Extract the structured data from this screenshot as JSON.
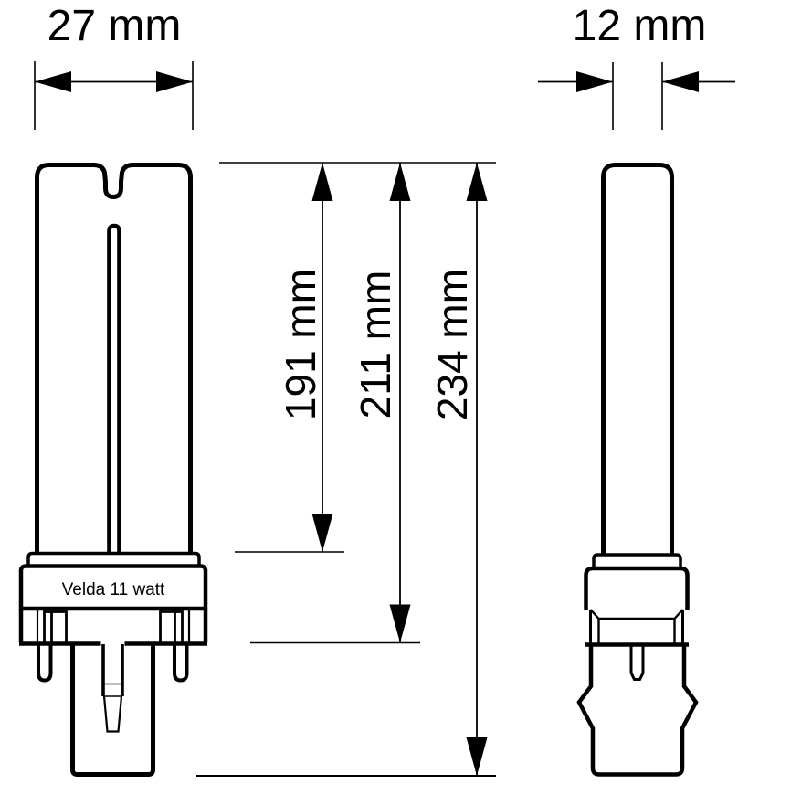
{
  "drawing": {
    "product_label": "Velda 11 watt",
    "line_color": "#000000",
    "background_color": "#ffffff",
    "dimensions": {
      "front_width": "27 mm",
      "side_width": "12 mm",
      "tube_length": "191 mm",
      "base_length": "211 mm",
      "overall_length": "234 mm"
    }
  }
}
